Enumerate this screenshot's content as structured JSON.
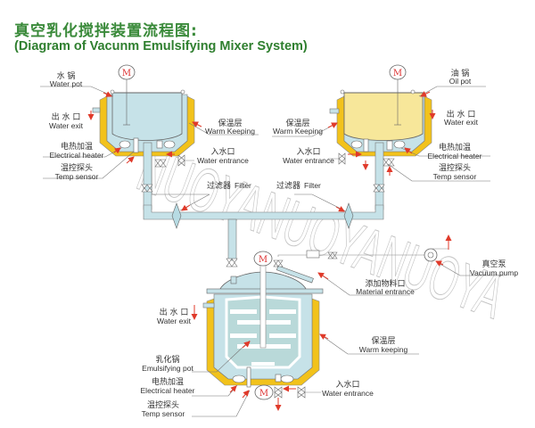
{
  "title": {
    "cn": "真空乳化搅拌装置流程图:",
    "en": "(Diagram of Vacunm Emulsifying Mixer System)"
  },
  "watermark": "NUOYANUOYANUOYA",
  "motor_symbol": "M",
  "colors": {
    "title": "#2f7f2f",
    "water_fill": "#c6e2e8",
    "oil_fill": "#f7e79a",
    "insulation": "#f2c21b",
    "arrow": "#e03a2a",
    "line": "#666666"
  },
  "water_pot": {
    "name": {
      "cn": "水 锅",
      "en": "Water pot"
    },
    "water_exit": {
      "cn": "出 水 口",
      "en": "Water exit"
    },
    "heater": {
      "cn": "电热加温",
      "en": "Electrical heater"
    },
    "sensor": {
      "cn": "温控探头",
      "en": "Temp sensor"
    },
    "keeping": {
      "cn": "保温层",
      "en": "Warm Keeping"
    },
    "entrance": {
      "cn": "入水口",
      "en": "Water entrance"
    },
    "filter": {
      "cn": "过滤器",
      "en": "Filter"
    }
  },
  "oil_pot": {
    "name": {
      "cn": "油 锅",
      "en": "Oil pot"
    },
    "water_exit": {
      "cn": "出 水 口",
      "en": "Water exit"
    },
    "heater": {
      "cn": "电热加温",
      "en": "Electrical heater"
    },
    "sensor": {
      "cn": "温控探头",
      "en": "Temp sensor"
    },
    "keeping": {
      "cn": "保温层",
      "en": "Warm Keeping"
    },
    "entrance": {
      "cn": "入水口",
      "en": "Water entrance"
    },
    "filter": {
      "cn": "过滤器",
      "en": "Filter"
    }
  },
  "emulsifying_pot": {
    "vacuum_pump": {
      "cn": "真空泵",
      "en": "Vacuum pump"
    },
    "material": {
      "cn": "添加物料口",
      "en": "Material entrance"
    },
    "water_exit": {
      "cn": "出 水 口",
      "en": "Water exit"
    },
    "keeping": {
      "cn": "保温层",
      "en": "Warm keeping"
    },
    "name": {
      "cn": "乳化锅",
      "en": "Emulsifying pot"
    },
    "heater": {
      "cn": "电热加温",
      "en": "Electrical heater"
    },
    "sensor": {
      "cn": "温控探头",
      "en": "Temp sensor"
    },
    "entrance": {
      "cn": "入水口",
      "en": "Water entrance"
    }
  }
}
